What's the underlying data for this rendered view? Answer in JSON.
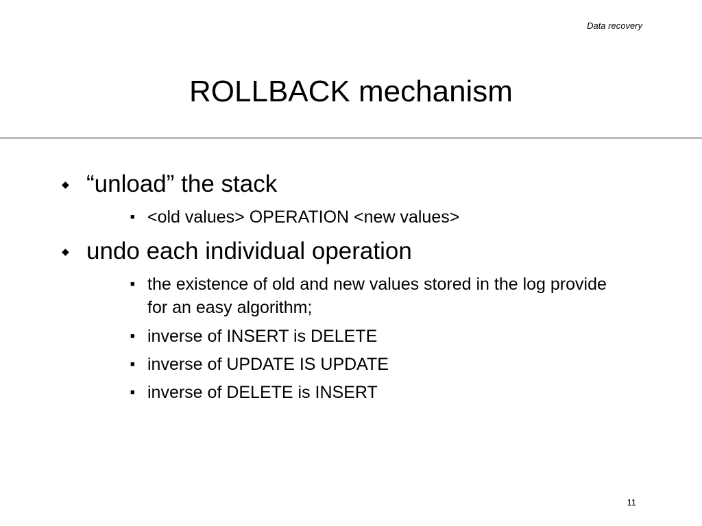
{
  "header": {
    "tag": "Data recovery"
  },
  "slide": {
    "title": "ROLLBACK mechanism",
    "bullets": [
      {
        "text": "“unload” the stack",
        "icon": "diamond-bullet-icon"
      },
      {
        "text": "<old values> OPERATION <new values>",
        "icon": "square-bullet-icon"
      },
      {
        "text": "undo each individual operation",
        "icon": "diamond-bullet-icon"
      },
      {
        "text": "the existence of old and new values stored in the log provide for an easy algorithm;",
        "icon": "square-bullet-icon"
      },
      {
        "text": "inverse of INSERT is DELETE",
        "icon": "square-bullet-icon"
      },
      {
        "text": "inverse of UPDATE IS UPDATE",
        "icon": "square-bullet-icon"
      },
      {
        "text": "inverse of DELETE is INSERT",
        "icon": "square-bullet-icon"
      }
    ]
  },
  "footer": {
    "page_number": "11"
  }
}
